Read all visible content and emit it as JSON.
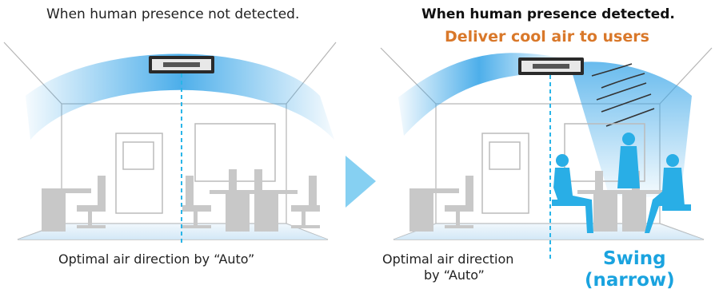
{
  "left_panel": {
    "title": "When human presence not detected.",
    "caption": "Optimal air direction by “Auto”"
  },
  "right_panel": {
    "title": "When human presence detected.",
    "subtitle": "Deliver cool air to users",
    "caption_line1": "Optimal air direction",
    "caption_line2": "by “Auto”",
    "swing_line1": "Swing",
    "swing_line2": "(narrow)"
  },
  "colors": {
    "airflow": "#3aa6e8",
    "person": "#29aee6",
    "furniture": "#c8c8c8",
    "subtitle": "#d9782a",
    "swing": "#1aa3df"
  }
}
